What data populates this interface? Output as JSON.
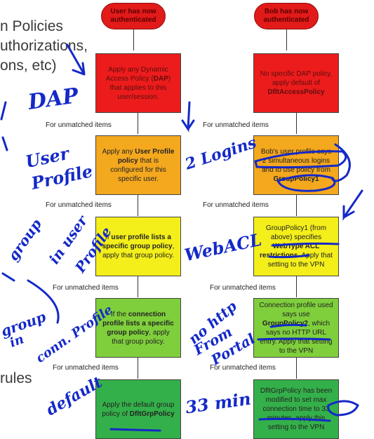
{
  "slide_left_text": [
    "n Policies",
    "uthorizations,",
    "ons, etc)",
    "rules"
  ],
  "left_column": {
    "start": "User has now authenticated",
    "boxes": [
      {
        "pre": "Apply any Dynamic Access Policy (",
        "bold": "DAP",
        "post": ") that applies to this user/session."
      },
      {
        "pre": "Apply any ",
        "bold": "User Profile policy",
        "post": " that is configured for this specific user."
      },
      {
        "pre": "If ",
        "bold": "user profile lists a specific group policy",
        "post": ", apply that group policy."
      },
      {
        "pre": "If the ",
        "bold": "connection profile lists a specific group policy",
        "post": ", apply that group policy."
      },
      {
        "pre": "Apply the default group policy of ",
        "bold": "DfltGrpPolicy",
        "post": ""
      }
    ],
    "unmatched_label": "For unmatched items"
  },
  "right_column": {
    "start": "Bob has now authenticated",
    "boxes": [
      {
        "pre": "No specific DAP policy, apply default of ",
        "bold": "DfltAccessPolicy",
        "post": ""
      },
      {
        "pre": "Bob's user profile says 2 simultaneous logins and to use policy from ",
        "bold": "GroupPolicy1",
        "post": ""
      },
      {
        "pre": "GroupPolicy1 (from above) specifies ",
        "bold": "WebType ACL restrictions",
        "post": ". Apply that setting to the VPN"
      },
      {
        "pre": "Connection profile used says use ",
        "bold": "GroupPolicy2",
        "post": ", which says no HTTP URL entry. Apply that setting to the VPN"
      },
      {
        "pre": "DfltGrpPolicy has been modified to set max connection time to 33 minutes, apply this setting to the VPN",
        "bold": "",
        "post": ""
      }
    ],
    "unmatched_label": "For unmatched items"
  },
  "annotations": {
    "dap": "DAP",
    "user_profile": [
      "User",
      "Profile"
    ],
    "group_in_user_profile": [
      "group",
      "in user",
      "Profile"
    ],
    "group_in_conn_profile": [
      "group",
      "in",
      "conn. Profile"
    ],
    "default": "default",
    "two_logins": "2 Logins",
    "web_acl": "WebACL",
    "no_http_from_portal": [
      "no http",
      "From",
      "Portal"
    ],
    "thirty_three_min": "33 min"
  },
  "colors": {
    "red": "#ec1c1c",
    "orange": "#f4a81e",
    "yellow": "#f4ef1a",
    "light_green": "#7fcf3c",
    "green": "#34b04a",
    "ink": "#1429c8"
  }
}
